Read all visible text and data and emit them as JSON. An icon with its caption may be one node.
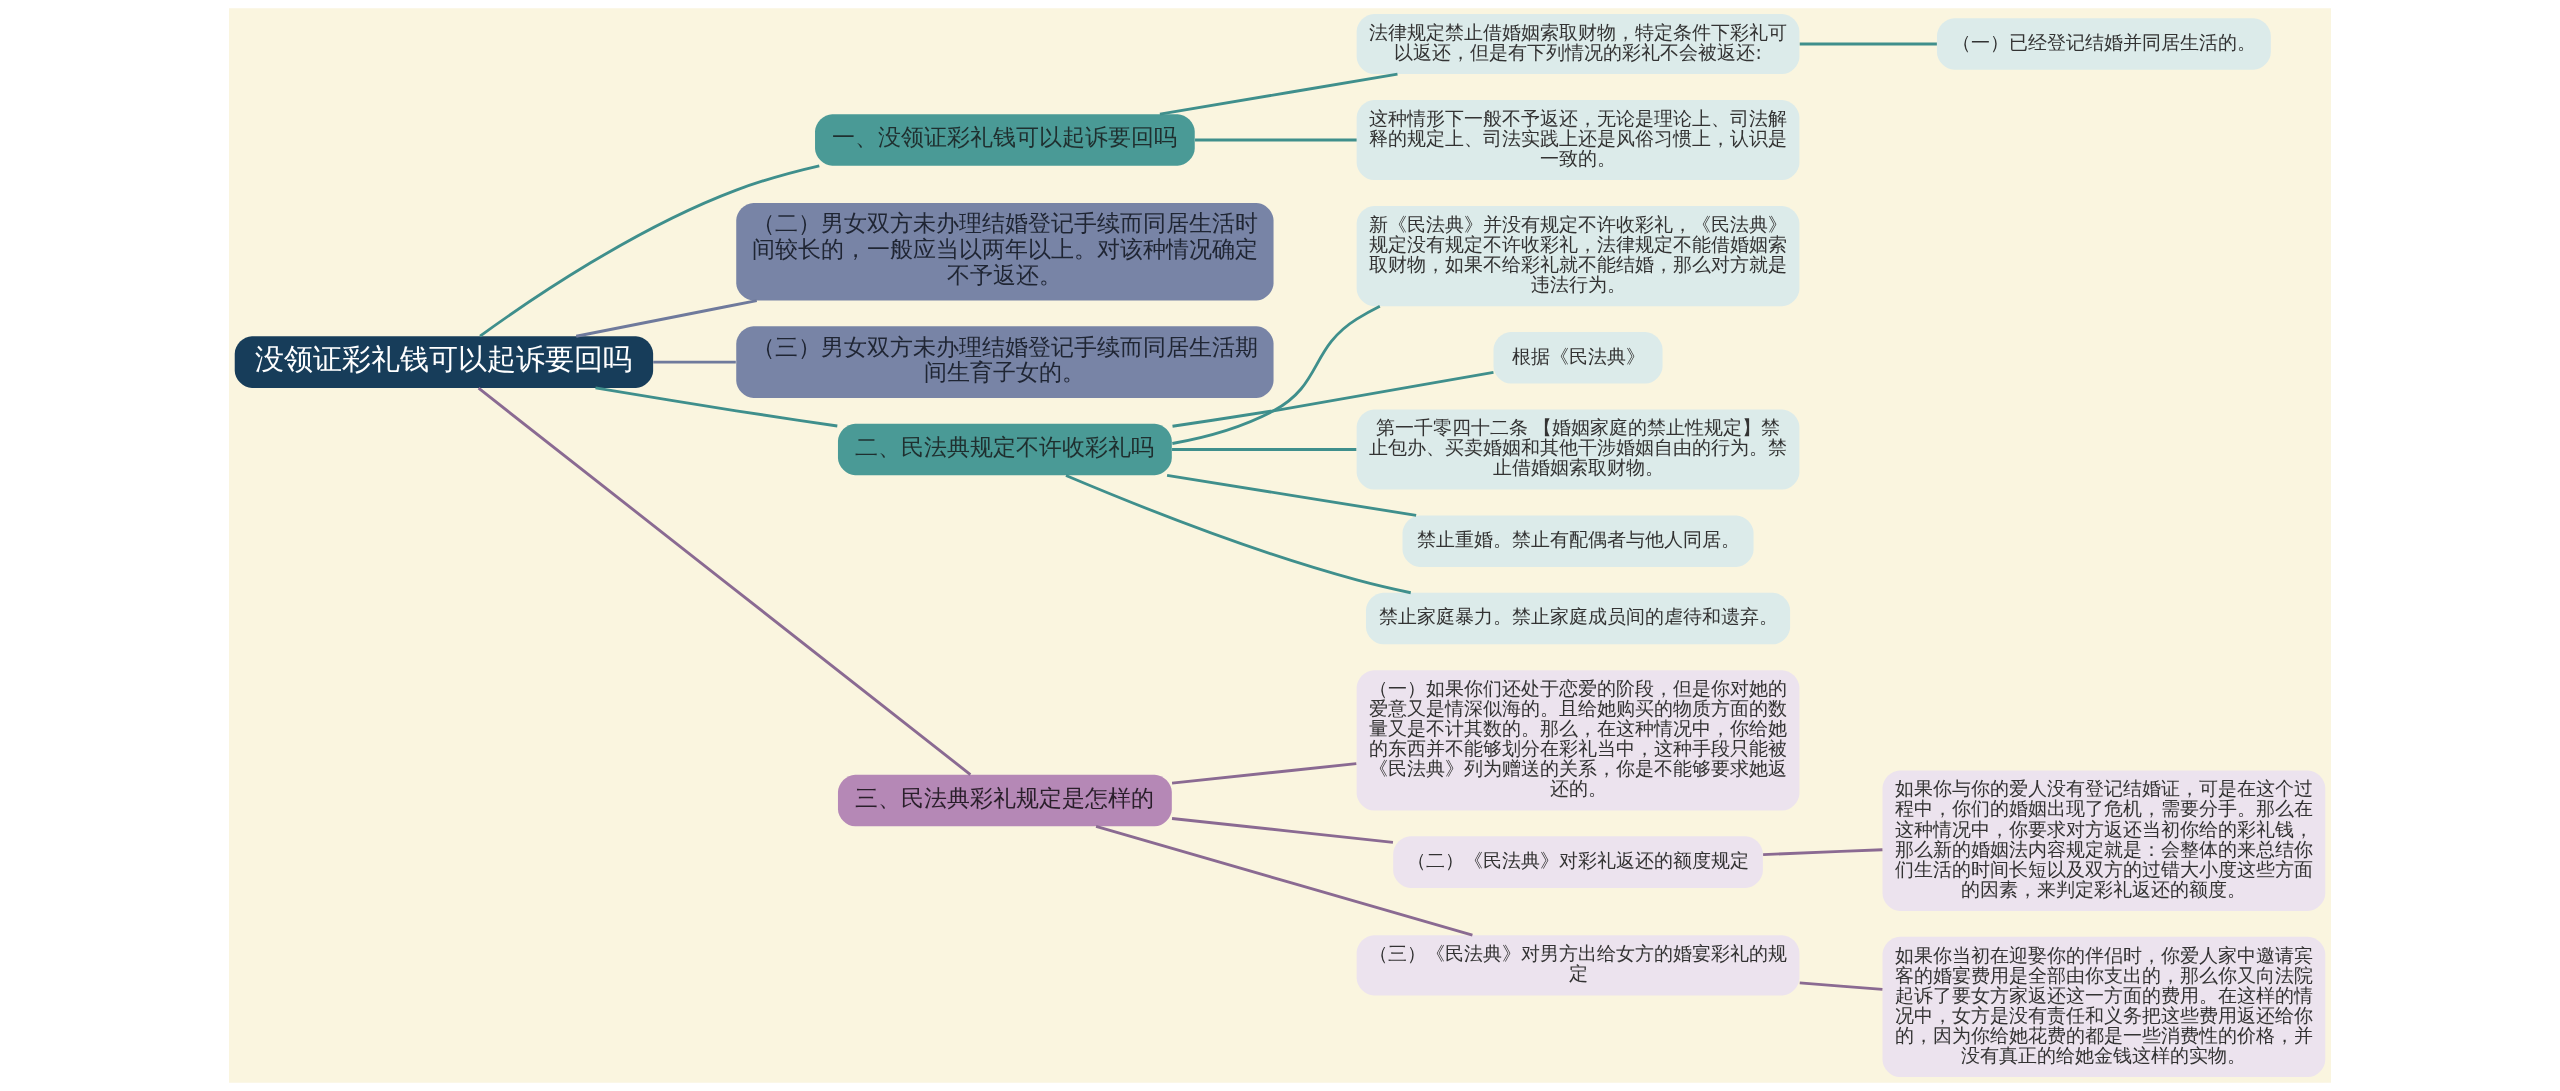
{
  "diagram": {
    "nodes": [
      {
        "text": [
          "没领证彩礼钱可以起诉要回吗"
        ]
      },
      {
        "text": [
          "一、没领证彩礼钱可以起诉要回吗"
        ]
      },
      {
        "text": [
          "法律规定禁止借婚姻索取财物，特定条件下彩礼可以返还，但是有下列情况的彩礼不会被返还:"
        ]
      },
      {
        "text": [
          "（一）已经登记结婚并同居生活的。"
        ]
      },
      {
        "text": [
          "这种情形下一般不予返还，无论是理论上、司法解释的规定上、司法实践上还是风俗习惯上，认识是一致的。"
        ]
      },
      {
        "text": [
          "（二）男女双方未办理结婚登记手续而同居生活时间较长的，一般应当以两年以上。对该种情况确定不予返还。"
        ]
      },
      {
        "text": [
          "（三）男女双方未办理结婚登记手续而同居生活期间生育子女的。"
        ]
      },
      {
        "text": [
          "二、民法典规定不许收彩礼吗"
        ]
      },
      {
        "text": [
          "新《民法典》并没有规定不许收彩礼，《民法典》规定没有规定不许收彩礼，法律规定不能借婚姻索取财物，如果不给彩礼就不能结婚，那么对方就是违法行为。"
        ]
      },
      {
        "text": [
          "根据《民法典》"
        ]
      },
      {
        "text": [
          "第一千零四十二条 【婚姻家庭的禁止性规定】禁止包办、买卖婚姻和其他干涉婚姻自由的行为。禁止借婚姻索取财物。"
        ]
      },
      {
        "text": [
          "禁止重婚。禁止有配偶者与他人同居。"
        ]
      },
      {
        "text": [
          "禁止家庭暴力。禁止家庭成员间的虐待和遗弃。"
        ]
      },
      {
        "text": [
          "三、民法典彩礼规定是怎样的"
        ]
      },
      {
        "text": [
          "（一）如果你们还处于恋爱的阶段，但是你对她的爱意又是情深似海的。且给她购买的物质方面的数量又是不计其数的。那么，在这种情况中，你给她的东西并不能够划分在彩礼当中，这种手段只能被《民法典》列为赠送的关系，你是不能够要求她返还的。"
        ]
      },
      {
        "text": [
          "（二）《民法典》对彩礼返还的额度规定"
        ]
      },
      {
        "text": [
          "如果你与你的爱人没有登记结婚证，可是在这个过程中，你们的婚姻出现了危机，需要分手。那么在这种情况中，你要求对方返还当初你给的彩礼钱，那么新的婚姻法内容规定就是：会整体的来总结你们生活的时间长短以及双方的过错大小度这些方面的因素，来判定彩礼返还的额度。"
        ]
      },
      {
        "text": [
          "（三）《民法典》对男方出给女方的婚宴彩礼的规定"
        ]
      },
      {
        "text": [
          "如果你当初在迎娶你的伴侣时，你爱人家中邀请宾客的婚宴费用是全部由你支出的，那么你又向法院起诉了要女方家返还这一方面的费用。在这样的情况中，女方是没有责任和义务把这些费用返还给你的，因为你给她花费的都是一些消费性的价格，并没有真正的给她金钱这样的实物。"
        ]
      }
    ],
    "edges": [
      {
        "from": 0,
        "to": 1,
        "arrow": "none"
      },
      {
        "from": 1,
        "to": 2,
        "arrow": "none"
      },
      {
        "from": 2,
        "to": 3,
        "arrow": "none"
      },
      {
        "from": 1,
        "to": 4,
        "arrow": "none"
      },
      {
        "from": 0,
        "to": 5,
        "arrow": "none",
        "color": "#6f7a9c"
      },
      {
        "from": 0,
        "to": 6,
        "arrow": "none",
        "color": "#6f7a9c"
      },
      {
        "from": 0,
        "to": 7,
        "arrow": "none"
      },
      {
        "from": 7,
        "to": 8,
        "arrow": "none"
      },
      {
        "from": 7,
        "to": 9,
        "arrow": "none"
      },
      {
        "from": 7,
        "to": 10,
        "arrow": "none"
      },
      {
        "from": 7,
        "to": 11,
        "arrow": "none"
      },
      {
        "from": 7,
        "to": 12,
        "arrow": "none"
      },
      {
        "from": 0,
        "to": 13,
        "arrow": "none",
        "color": "#8a6a92"
      },
      {
        "from": 13,
        "to": 14,
        "arrow": "none",
        "color": "#8a6a92"
      },
      {
        "from": 13,
        "to": 15,
        "arrow": "none",
        "color": "#8a6a92"
      },
      {
        "from": 15,
        "to": 16,
        "arrow": "none",
        "color": "#8a6a92"
      },
      {
        "from": 13,
        "to": 17,
        "arrow": "none",
        "color": "#8a6a92"
      },
      {
        "from": 17,
        "to": 18,
        "arrow": "none",
        "color": "#8a6a92"
      }
    ]
  }
}
